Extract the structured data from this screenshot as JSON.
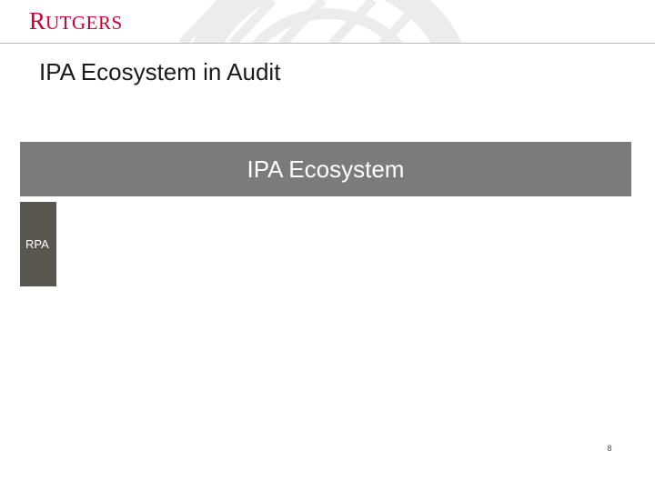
{
  "header": {
    "logo_text": "Rutgers",
    "logo_initial": "R",
    "logo_rest": "UTGERS",
    "brand_color": "#cc0033"
  },
  "slide": {
    "title": "IPA Ecosystem in Audit",
    "banner_label": "IPA Ecosystem",
    "rpa_label": "RPA",
    "page_number": "8"
  },
  "colors": {
    "banner": "#7b7b7b",
    "rpa_box": "#57564f",
    "header_rule": "#b9b9b9"
  }
}
